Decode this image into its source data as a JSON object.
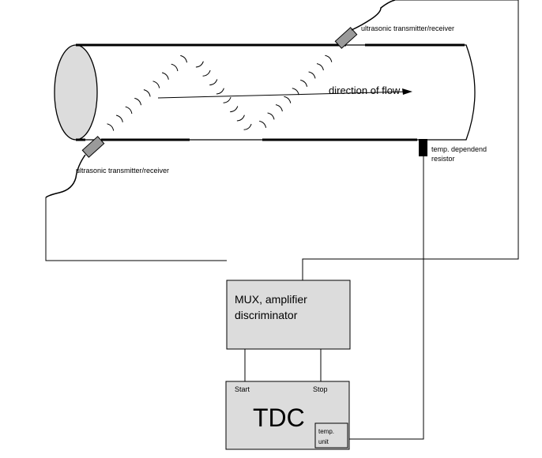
{
  "labels": {
    "transducer_top": "ultrasonic transmitter/receiver",
    "transducer_bottom": "ultrasonic transmitter/receiver",
    "flow": "direction of flow",
    "resistor_line1": "temp. dependend",
    "resistor_line2": "resistor",
    "mux_line1": "MUX, amplifier",
    "mux_line2": "discriminator",
    "tdc_title": "TDC",
    "tdc_start": "Start",
    "tdc_stop": "Stop",
    "temp_unit_line1": "temp.",
    "temp_unit_line2": "unit"
  },
  "colors": {
    "box_fill": "#dcdcdc",
    "pipe_end_fill": "#dcdcdc",
    "transducer_fill": "#9a9a9a",
    "resistor_fill": "#000000",
    "line": "#000000"
  }
}
